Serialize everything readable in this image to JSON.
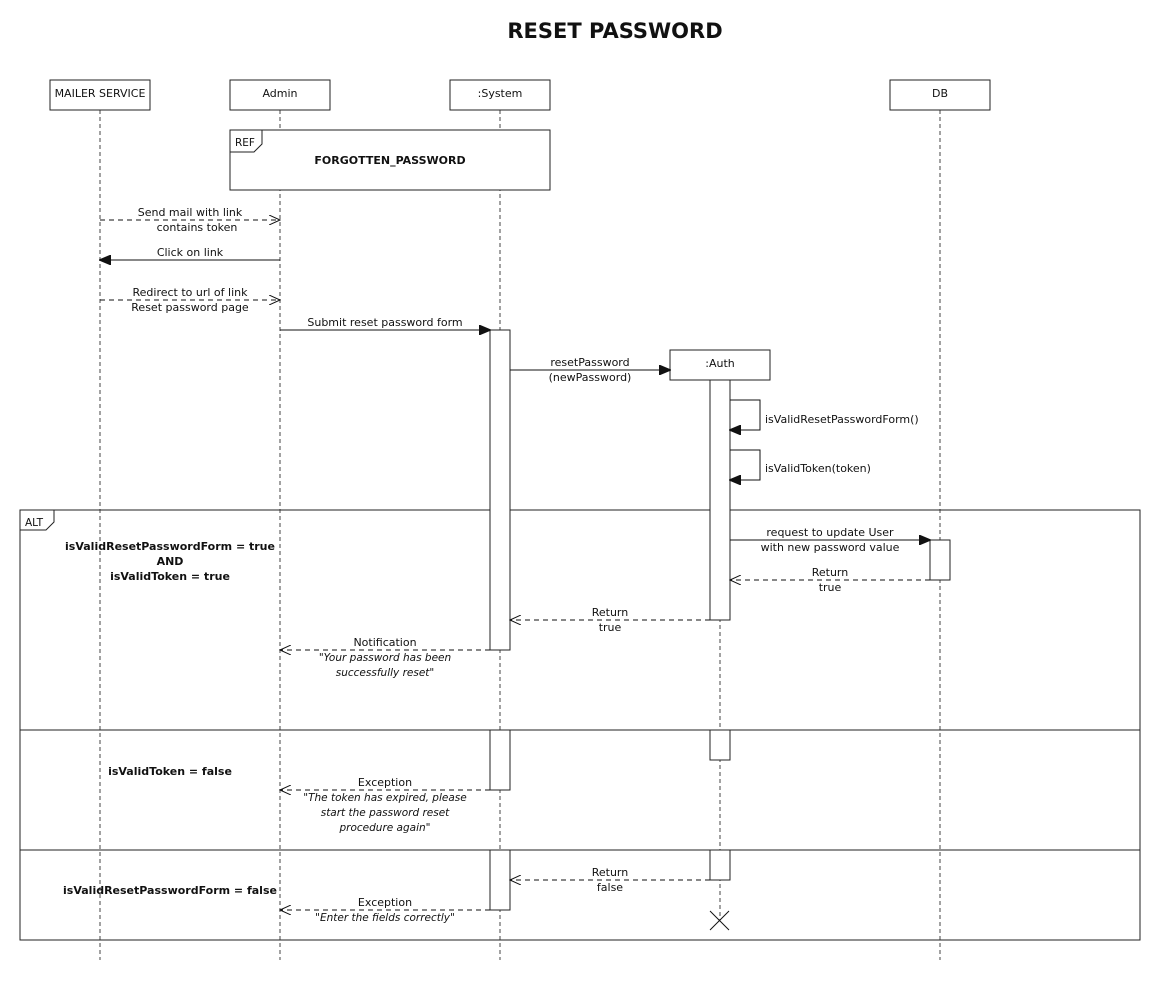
{
  "title": "RESET PASSWORD",
  "participants": {
    "mailer": "MAILER SERVICE",
    "admin": "Admin",
    "system": ":System",
    "db": "DB",
    "auth": ":Auth"
  },
  "ref": {
    "tag": "REF",
    "name": "FORGOTTEN_PASSWORD"
  },
  "messages": {
    "send_mail": [
      "Send mail with link",
      "contains token"
    ],
    "click_link": "Click on link",
    "redirect": [
      "Redirect to url of link",
      "Reset password page"
    ],
    "submit_form": "Submit reset password form",
    "reset_password": [
      "resetPassword",
      "(newPassword)"
    ],
    "is_valid_form": "isValidResetPasswordForm()",
    "is_valid_token": "isValidToken(token)",
    "request_update": [
      "request to update User",
      "with new password value"
    ],
    "db_return": [
      "Return",
      "true"
    ],
    "auth_return_true": [
      "Return",
      "true"
    ],
    "notification": [
      "Notification",
      "\"Your password has been",
      "successfully reset\""
    ],
    "exception_token": [
      "Exception",
      "\"The token has expired, please",
      "start the password reset",
      "procedure again\""
    ],
    "auth_return_false": [
      "Return",
      "false"
    ],
    "exception_fields": [
      "Exception",
      "\"Enter the fields correctly\""
    ]
  },
  "alt": {
    "tag": "ALT",
    "guard1": [
      "isValidResetPasswordForm = true",
      "AND",
      "isValidToken = true"
    ],
    "guard2": "isValidToken = false",
    "guard3": "isValidResetPasswordForm = false"
  }
}
